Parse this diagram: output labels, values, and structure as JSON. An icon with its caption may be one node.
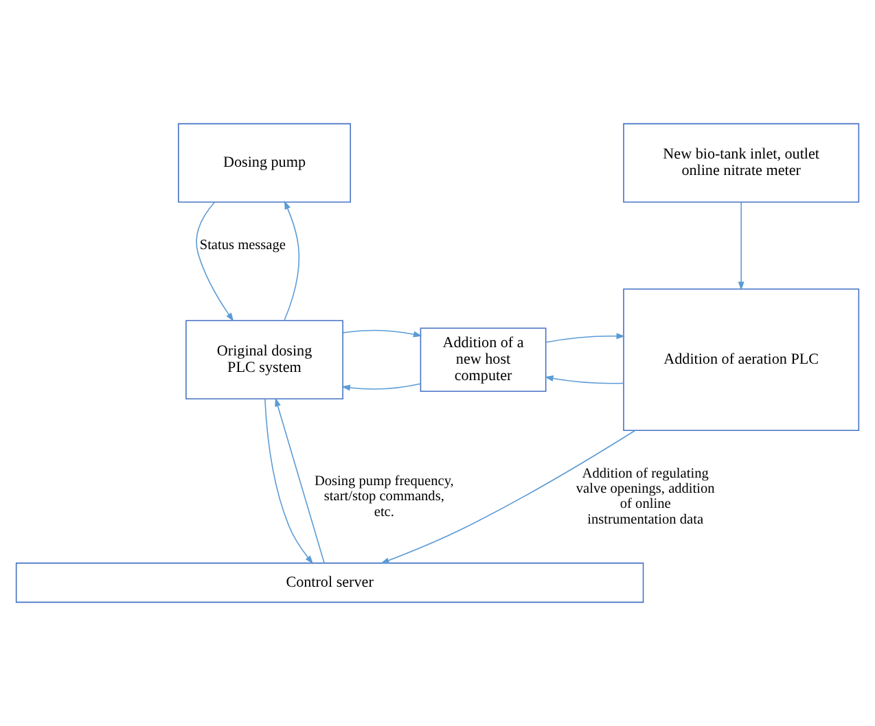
{
  "diagram": {
    "nodes": [
      {
        "text": [
          "Dosing pump"
        ]
      },
      {
        "text": [
          "New bio-tank inlet, outlet online nitrate meter"
        ]
      },
      {
        "text": [
          "Original dosing PLC system"
        ]
      },
      {
        "text": [
          "Addition of a new host computer"
        ]
      },
      {
        "text": [
          "Addition of aeration PLC"
        ]
      },
      {
        "text": [
          "Control server"
        ]
      }
    ],
    "edges": [
      {
        "from": 2,
        "to": 0,
        "arrow": "to"
      },
      {
        "from": 0,
        "to": 2,
        "arrow": "to",
        "label": "Status message"
      },
      {
        "from": 1,
        "to": 4,
        "arrow": "to"
      },
      {
        "from": 3,
        "to": 2,
        "arrow": "to"
      },
      {
        "from": 2,
        "to": 3,
        "arrow": "to"
      },
      {
        "from": 4,
        "to": 3,
        "arrow": "to"
      },
      {
        "from": 3,
        "to": 4,
        "arrow": "to"
      },
      {
        "from": 2,
        "to": 5,
        "arrow": "to"
      },
      {
        "from": 5,
        "to": 2,
        "arrow": "to",
        "label": "Dosing pump frequency, start/stop commands, etc."
      },
      {
        "from": 4,
        "to": 5,
        "arrow": "to",
        "label": "Addition of regulating valve openings, addition of online instrumentation data"
      }
    ]
  }
}
